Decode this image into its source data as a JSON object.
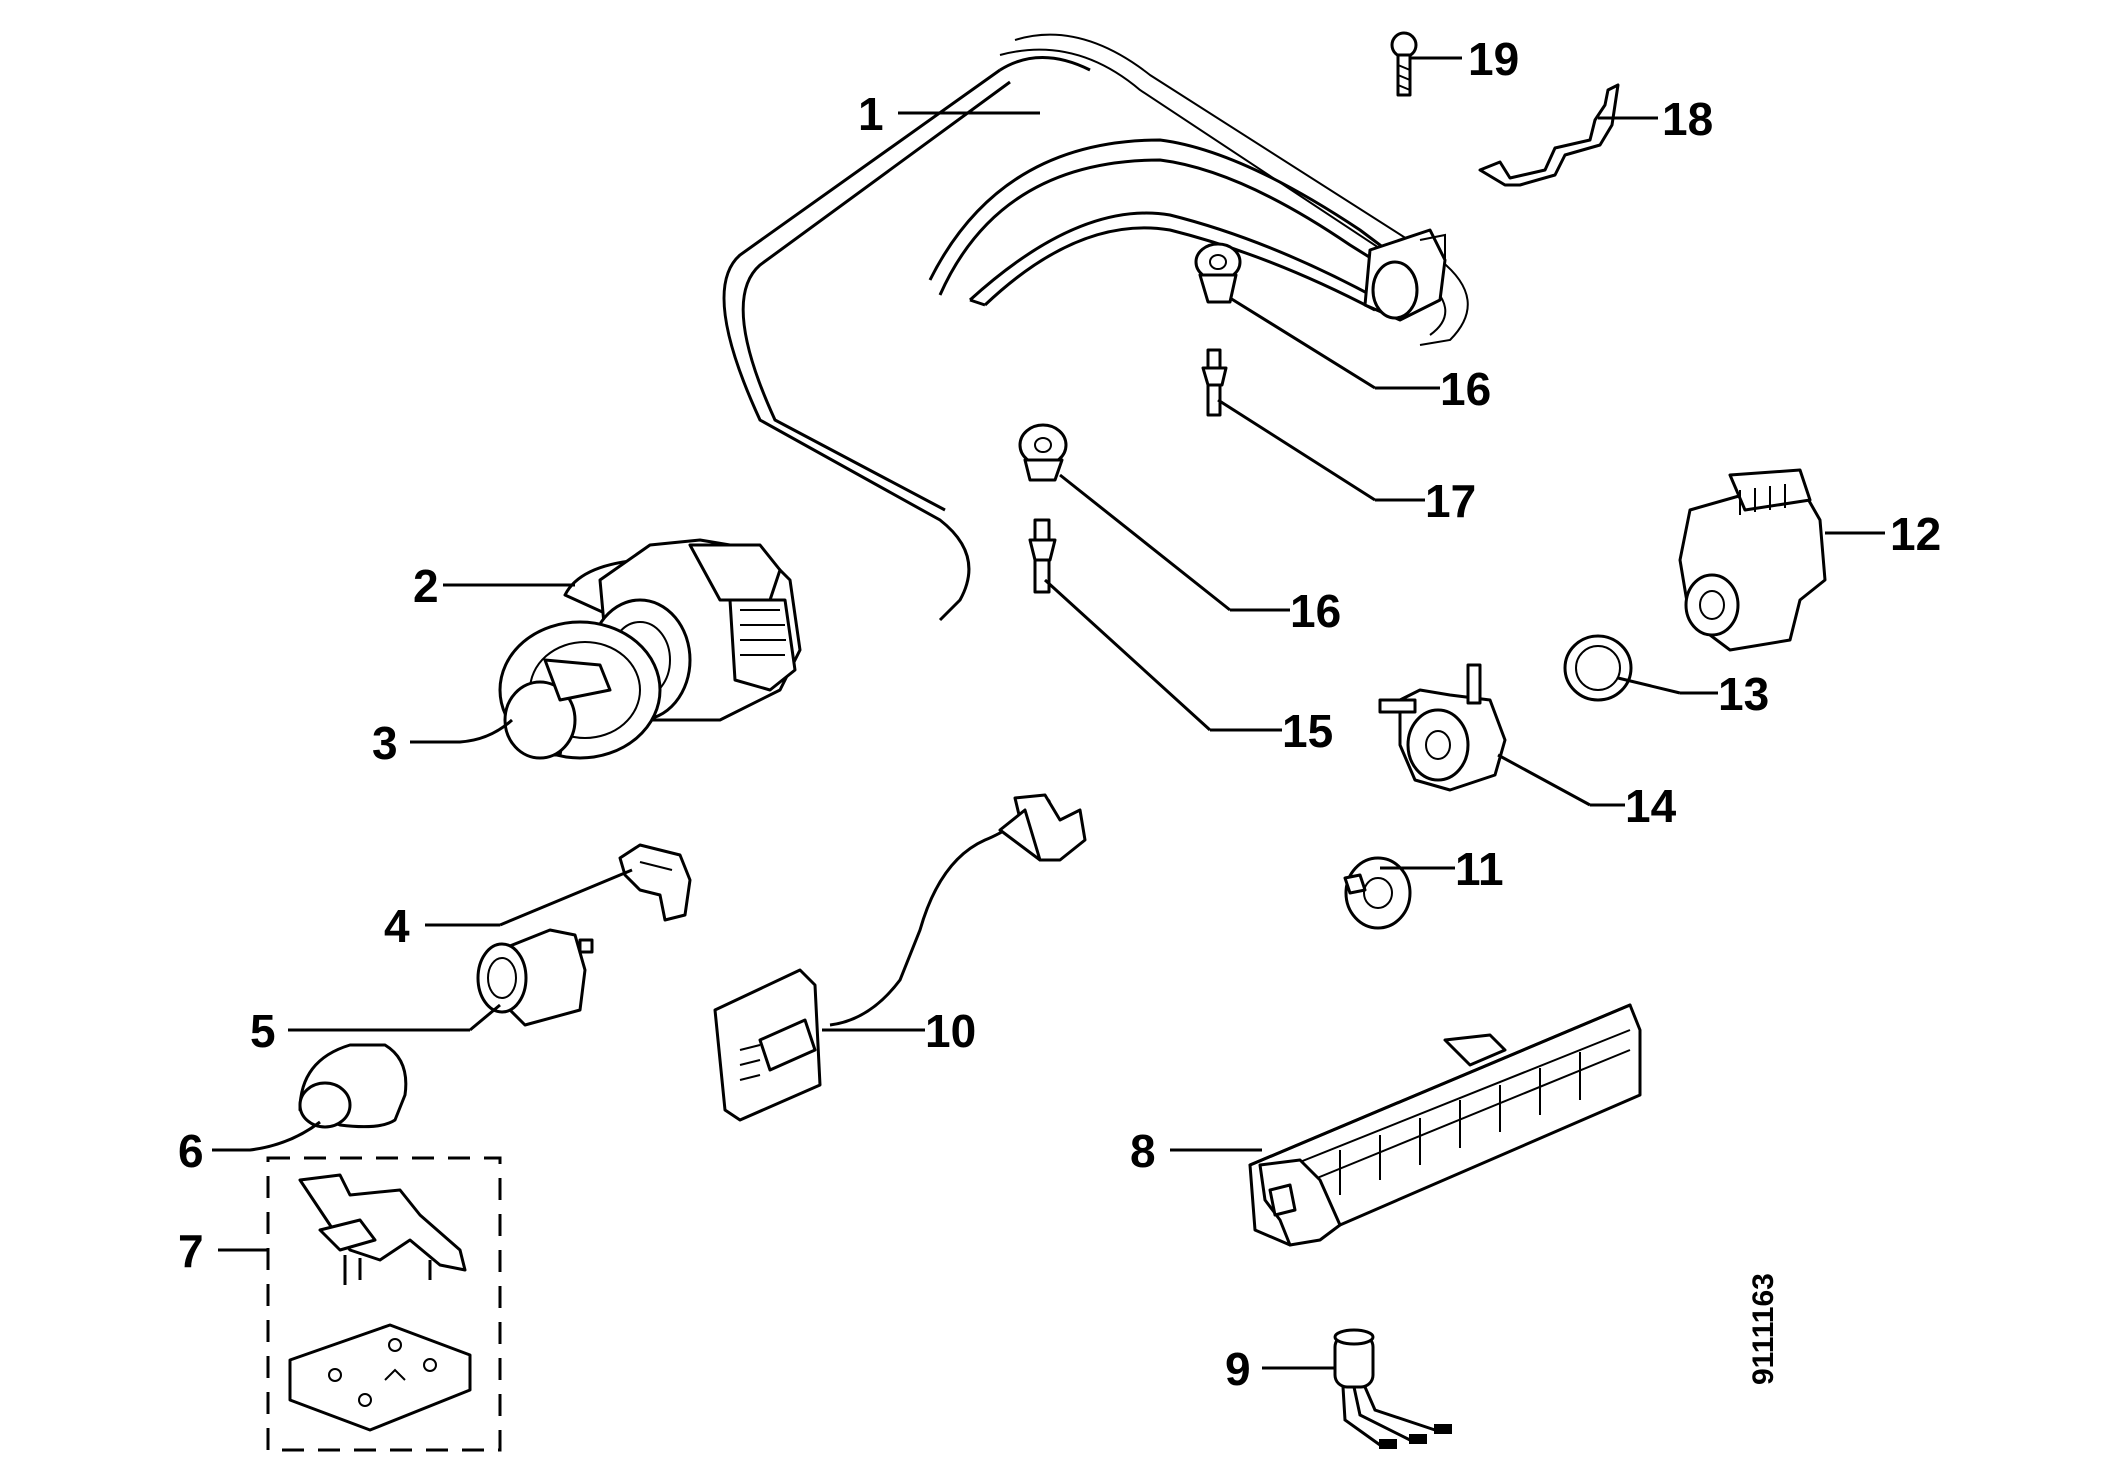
{
  "diagram": {
    "reference_code": "9111163",
    "callouts": [
      {
        "id": "1",
        "label": "1"
      },
      {
        "id": "2",
        "label": "2"
      },
      {
        "id": "3",
        "label": "3"
      },
      {
        "id": "4",
        "label": "4"
      },
      {
        "id": "5",
        "label": "5"
      },
      {
        "id": "6",
        "label": "6"
      },
      {
        "id": "7",
        "label": "7"
      },
      {
        "id": "8",
        "label": "8"
      },
      {
        "id": "9",
        "label": "9"
      },
      {
        "id": "10",
        "label": "10"
      },
      {
        "id": "11",
        "label": "11"
      },
      {
        "id": "12",
        "label": "12"
      },
      {
        "id": "13",
        "label": "13"
      },
      {
        "id": "14",
        "label": "14"
      },
      {
        "id": "15",
        "label": "15"
      },
      {
        "id": "16a",
        "label": "16"
      },
      {
        "id": "16b",
        "label": "16"
      },
      {
        "id": "17",
        "label": "17"
      },
      {
        "id": "18",
        "label": "18"
      },
      {
        "id": "19",
        "label": "19"
      }
    ]
  },
  "colors": {
    "ink": "#000000",
    "paper": "#ffffff",
    "shade": "#d8d8d8"
  }
}
